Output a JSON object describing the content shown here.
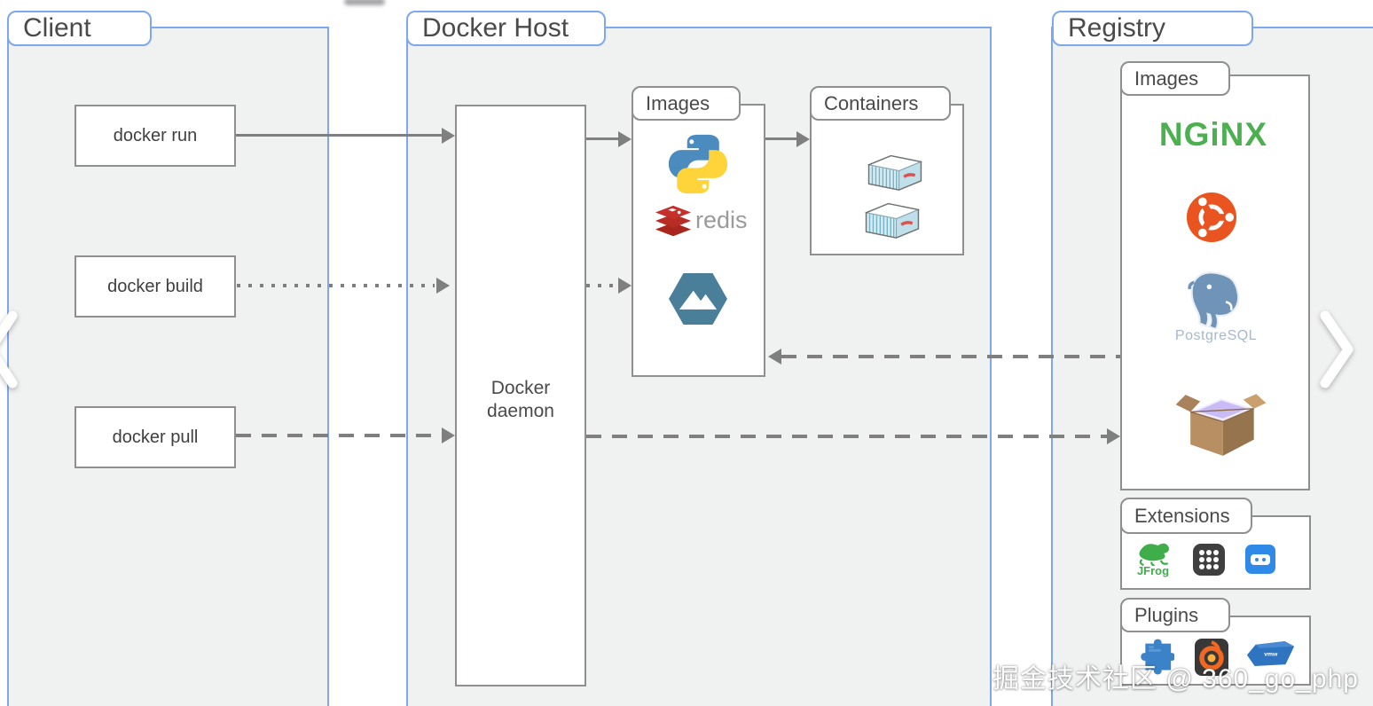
{
  "diagram": {
    "client": {
      "label": "Client",
      "commands": {
        "run": "docker run",
        "build": "docker build",
        "pull": "docker pull"
      }
    },
    "host": {
      "label": "Docker Host",
      "daemon": "Docker daemon",
      "images_label": "Images",
      "containers_label": "Containers"
    },
    "registry": {
      "label": "Registry",
      "images_label": "Images",
      "extensions_label": "Extensions",
      "plugins_label": "Plugins"
    }
  },
  "logos": {
    "redis": "redis",
    "nginx": "NGiNX",
    "postgresql": "PostgreSQL",
    "jfrog": "JFrog",
    "vmware": "vmw"
  },
  "icons": [
    "python-logo",
    "redis-logo",
    "alpine-logo",
    "container-icon",
    "nginx-logo",
    "ubuntu-logo",
    "postgresql-logo",
    "package-box-icon",
    "jfrog-logo",
    "dialpad-icon",
    "disk-icon",
    "puzzle-icon",
    "grafana-logo",
    "vmware-logo",
    "chevron-left-icon",
    "chevron-right-icon"
  ],
  "flows": [
    {
      "from": "docker run",
      "to": "Docker daemon",
      "style": "solid"
    },
    {
      "from": "Docker daemon",
      "to": "Images",
      "style": "solid"
    },
    {
      "from": "Images",
      "to": "Containers",
      "style": "solid"
    },
    {
      "from": "docker build",
      "to": "Docker daemon",
      "style": "dotted"
    },
    {
      "from": "Docker daemon",
      "to": "Images",
      "style": "dotted"
    },
    {
      "from": "docker pull",
      "to": "Docker daemon",
      "style": "dashed"
    },
    {
      "from": "Docker daemon",
      "to": "Registry Images",
      "style": "dashed"
    },
    {
      "from": "Registry Images",
      "to": "Host Images",
      "style": "dashed"
    }
  ],
  "colors": {
    "section_border": "#7da7f0",
    "section_fill": "#f0f1f1",
    "box_border": "#8f8f8f",
    "arrow": "#7f7f7f",
    "nginx_green": "#4caf50",
    "ubuntu_orange": "#e95420",
    "python_blue": "#4b8bbe",
    "python_yellow": "#ffd43b",
    "redis_red": "#c6302b",
    "alpine_blue": "#4a7f99",
    "postgres_blue": "#6f94b8",
    "jfrog_green": "#3fae4a",
    "vmware_blue": "#2f74c0",
    "grafana_orange": "#f26722"
  },
  "watermark": {
    "text": "掘金技术社区 @ 360_go_php"
  }
}
